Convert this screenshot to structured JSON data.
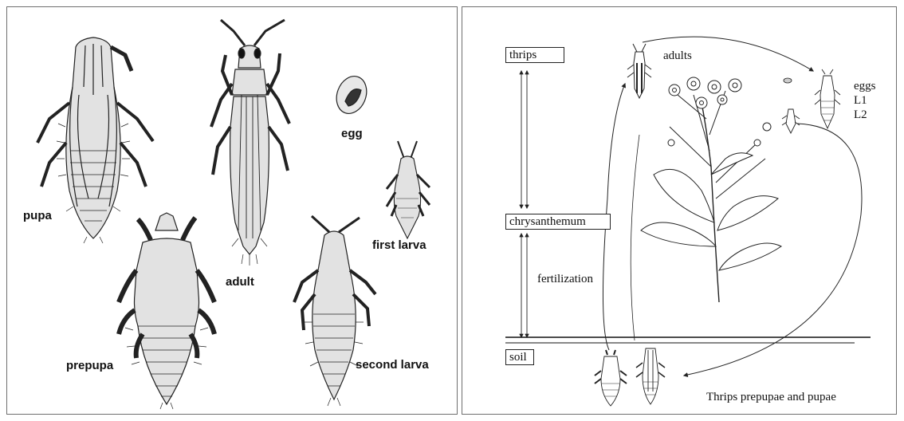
{
  "left_panel": {
    "labels": {
      "pupa": "pupa",
      "prepupa": "prepupa",
      "adult": "adult",
      "egg": "egg",
      "first_larva": "first larva",
      "second_larva": "second larva"
    }
  },
  "right_panel": {
    "boxes": {
      "thrips": "thrips",
      "chrysanthemum": "chrysanthemum",
      "soil": "soil"
    },
    "labels": {
      "adults": "adults",
      "eggs": "eggs",
      "l1": "L1",
      "l2": "L2",
      "fertilization": "fertilization",
      "prepupae_pupae": "Thrips prepupae and pupae"
    }
  },
  "colors": {
    "insect_fill": "#e2e2e2",
    "line": "#222222",
    "border": "#6f6f6f"
  }
}
